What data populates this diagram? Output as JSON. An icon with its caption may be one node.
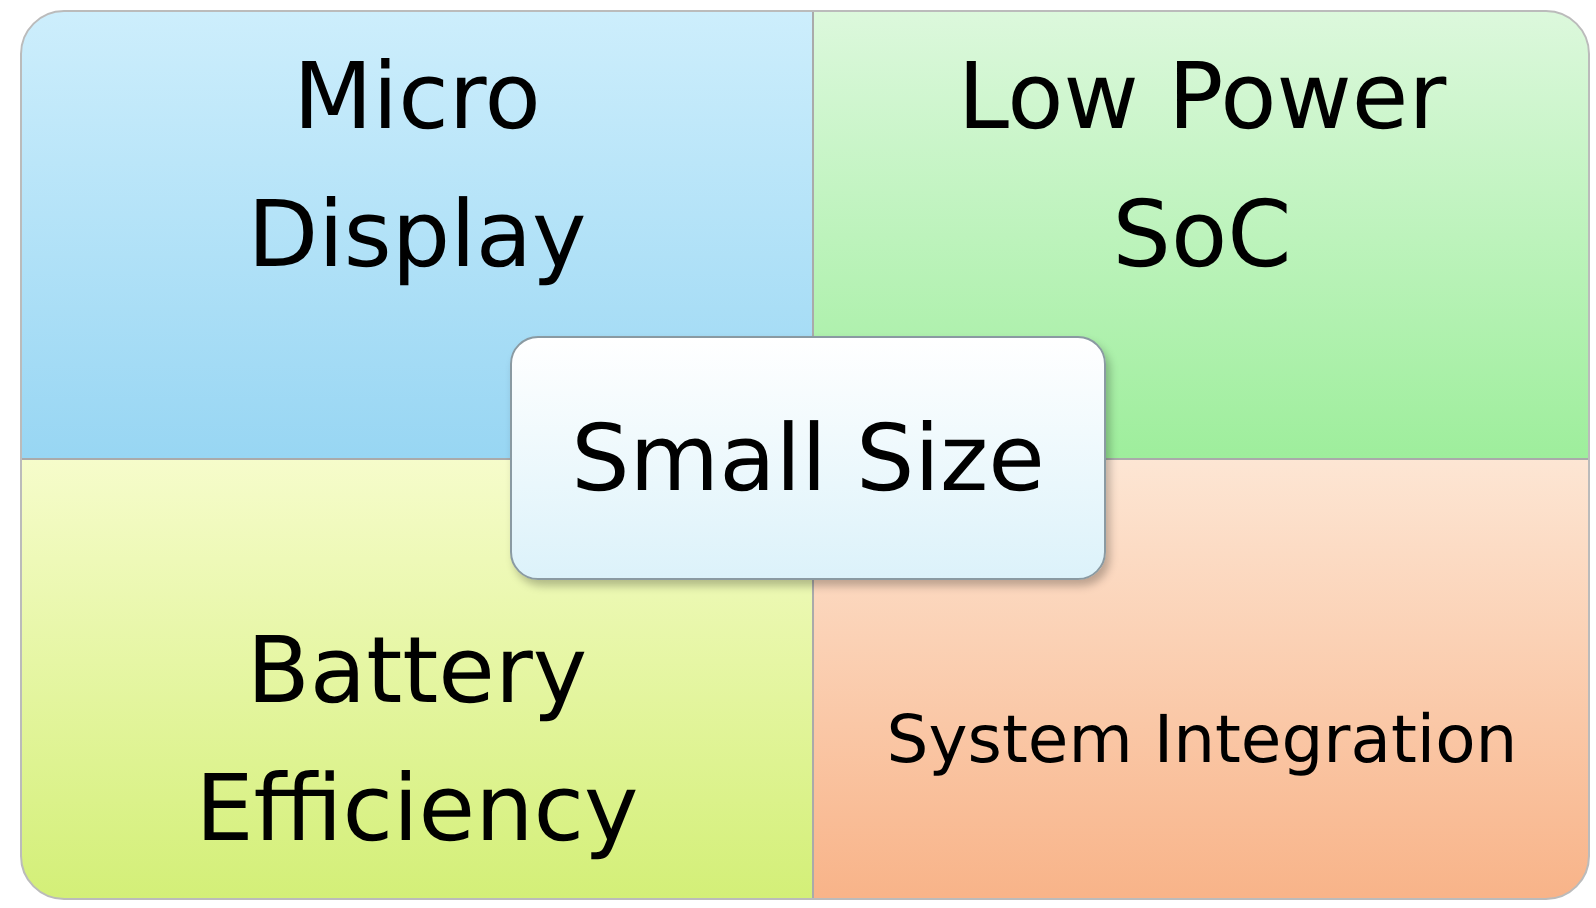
{
  "diagram": {
    "nodes": [
      {
        "text": [
          "Micro Display"
        ]
      },
      {
        "text": [
          "Low Power SoC"
        ]
      },
      {
        "text": [
          "Battery Efficiency"
        ]
      },
      {
        "text": [
          "System Integration"
        ]
      },
      {
        "text": [
          "Small Size"
        ]
      }
    ]
  }
}
